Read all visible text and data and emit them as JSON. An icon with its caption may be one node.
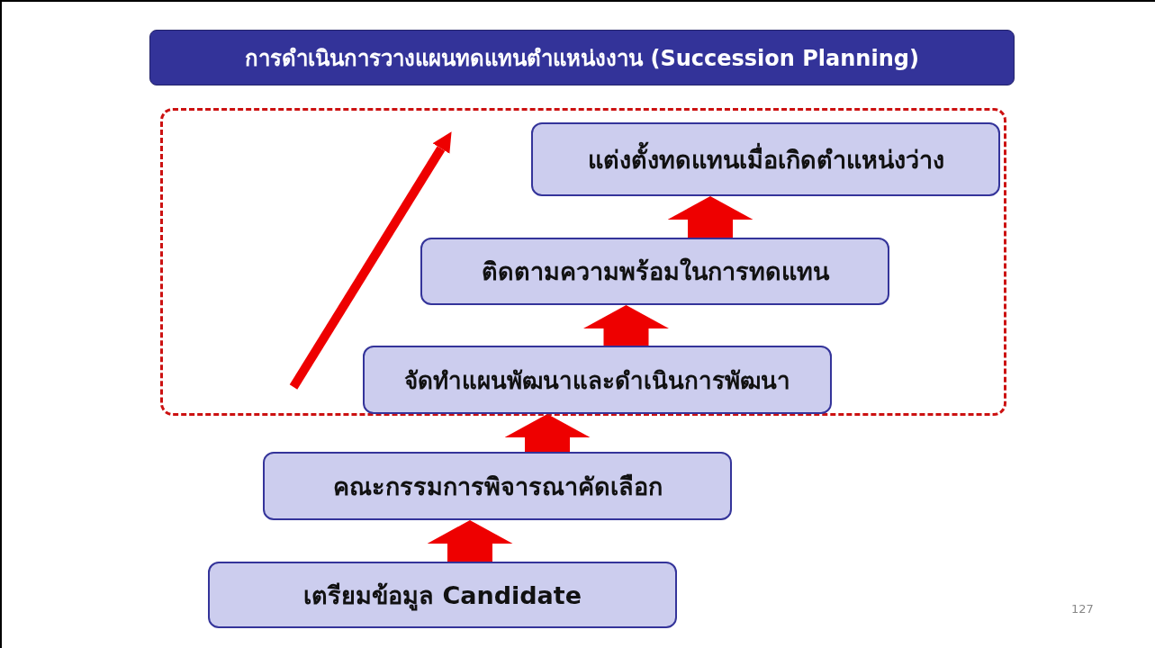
{
  "diagram": {
    "nodes": [
      {
        "text": [
          "การดำเนินการวางแผนทดแทนตำแหน่งงาน (Succession Planning)"
        ]
      },
      {
        "text": [],
        "shape": "box"
      },
      {
        "text": [
          "แต่งตั้งทดแทนเมื่อเกิดตำแหน่งว่าง"
        ],
        "in": 1
      },
      {
        "text": [
          "ติดตามความพร้อมในการทดแทน"
        ],
        "in": 1
      },
      {
        "text": [
          "จัดทำแผนพัฒนาและดำเนินการพัฒนา"
        ],
        "in": 1
      },
      {
        "text": [
          "คณะกรรมการพิจารณาคัดเลือก"
        ]
      },
      {
        "text": [
          "เตรียมข้อมูล Candidate"
        ]
      }
    ],
    "edges": [
      {
        "from": 6,
        "to": 5,
        "arrow": "to"
      },
      {
        "from": 5,
        "to": 4,
        "arrow": "to"
      },
      {
        "from": 4,
        "to": 3,
        "arrow": "to"
      },
      {
        "from": 3,
        "to": 2,
        "arrow": "to"
      }
    ],
    "labels": [
      "127"
    ]
  }
}
